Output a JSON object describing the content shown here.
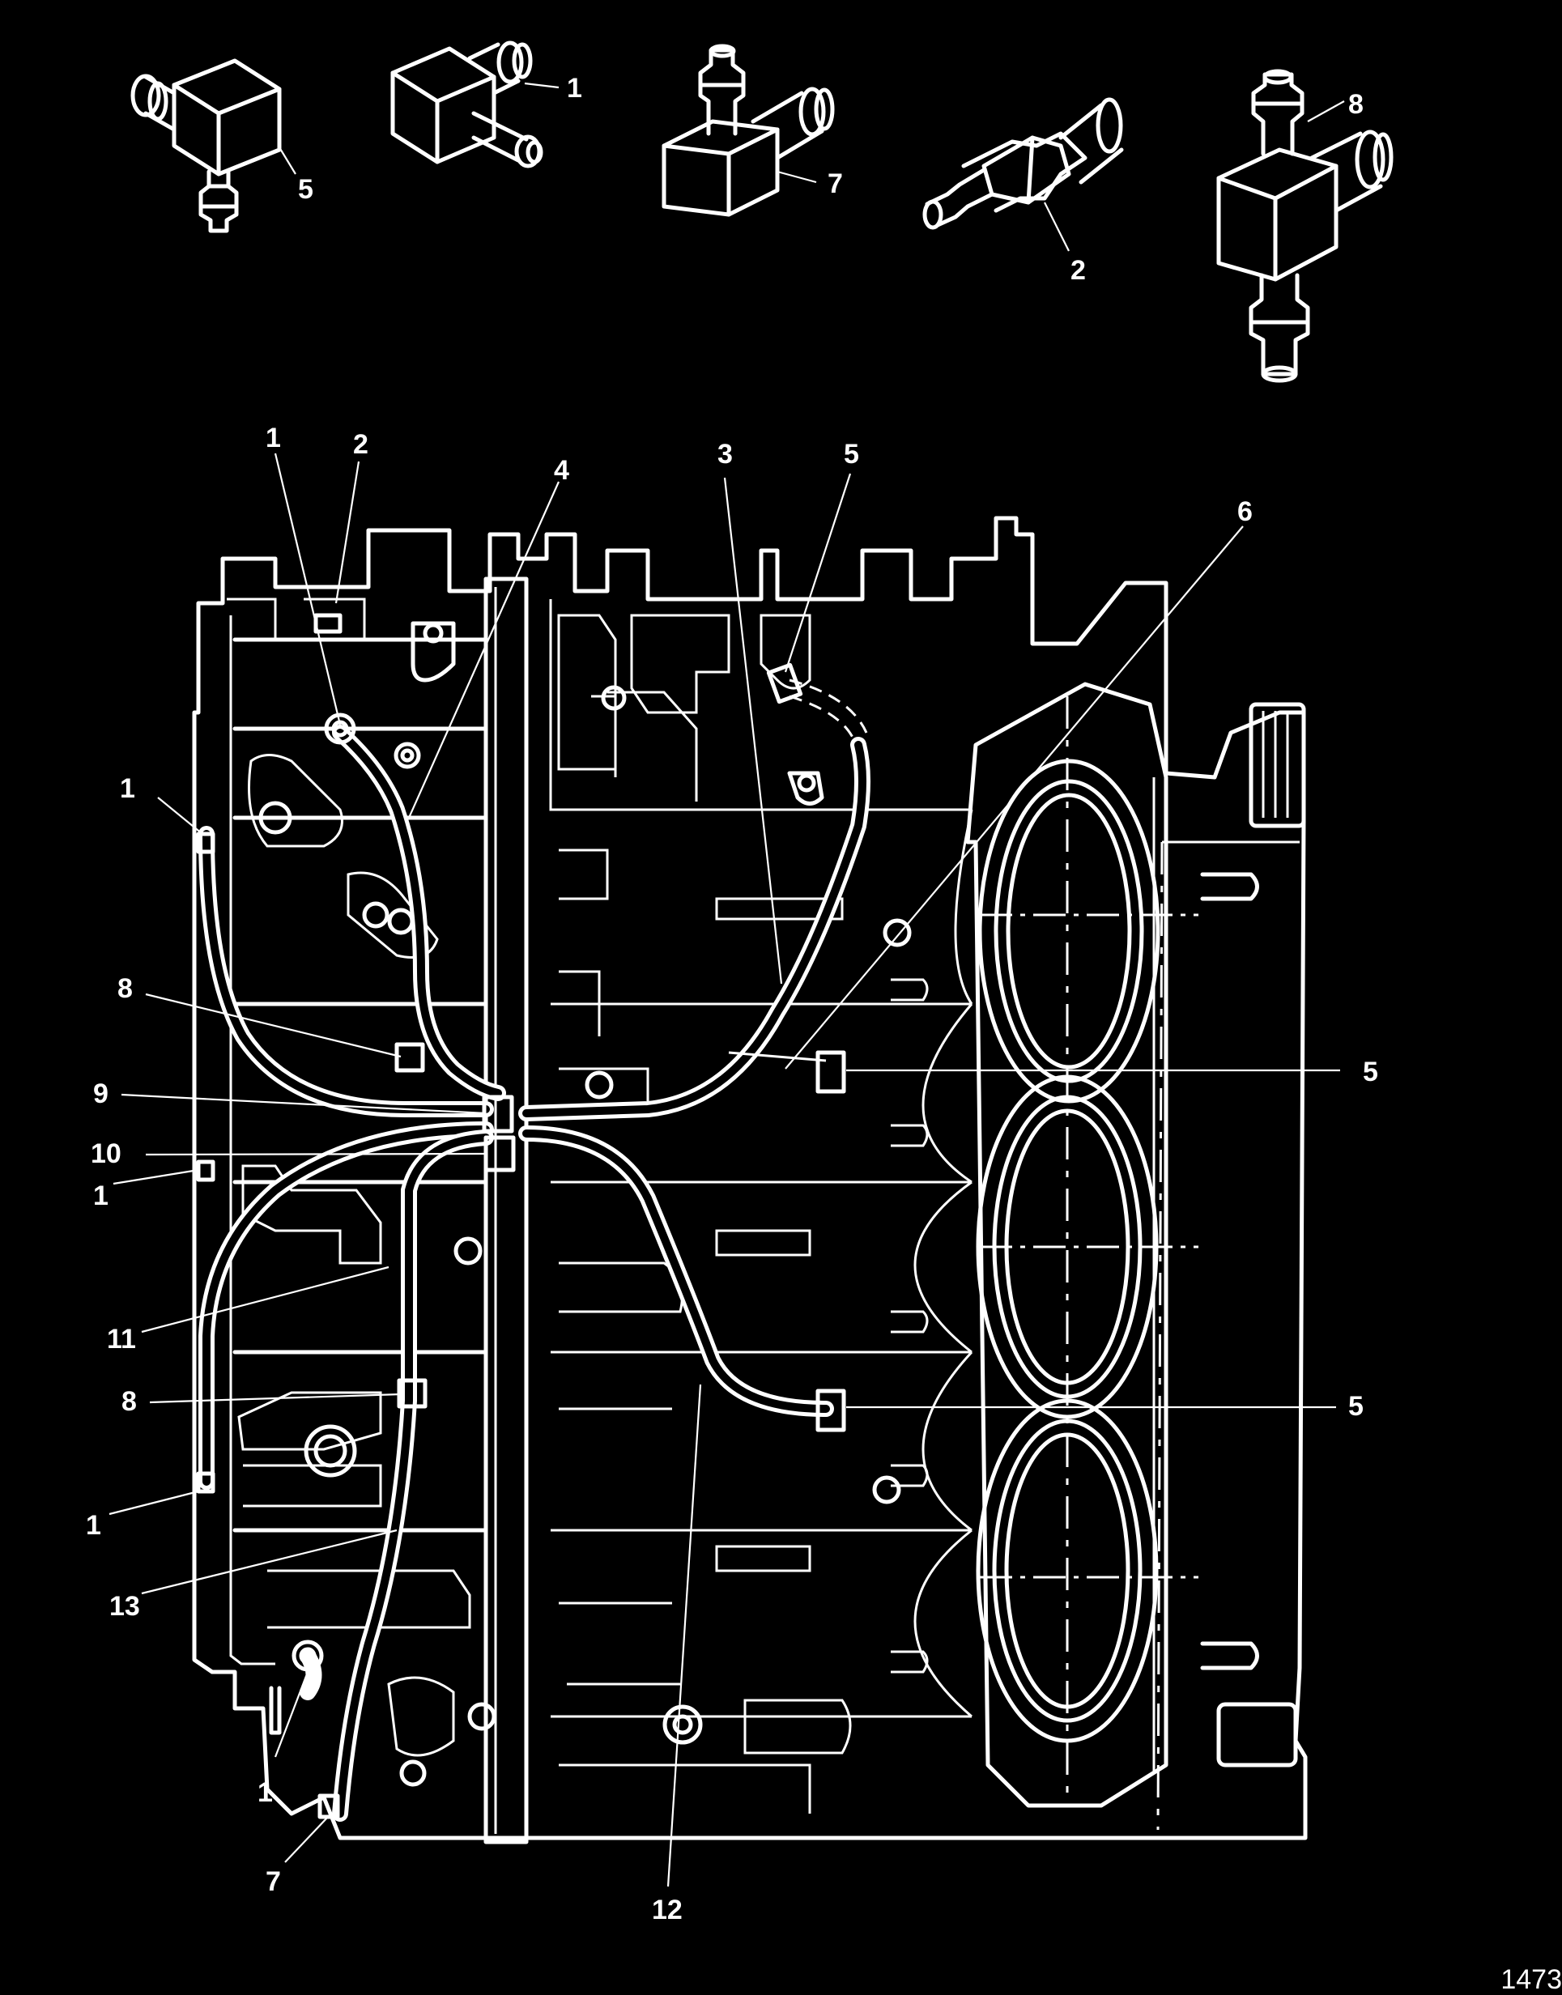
{
  "figure_code": "1473",
  "fitting_labels": {
    "tee_left": "5",
    "elbow_left": "1",
    "tee_mid": "7",
    "straight_connector": "2",
    "tee_right": "8"
  },
  "callouts": {
    "top_1": "1",
    "top_2": "2",
    "top_4": "4",
    "top_3": "3",
    "top_5": "5",
    "top_6": "6",
    "left_1a": "1",
    "left_8a": "8",
    "left_9": "9",
    "left_10": "10",
    "left_1b": "1",
    "left_11": "11",
    "left_8b": "8",
    "left_1c": "1",
    "left_13": "13",
    "bottom_1": "1",
    "bottom_7": "7",
    "bottom_12": "12",
    "right_5a": "5",
    "right_5b": "5"
  },
  "colors": {
    "background": "#000000",
    "line": "#ffffff"
  }
}
